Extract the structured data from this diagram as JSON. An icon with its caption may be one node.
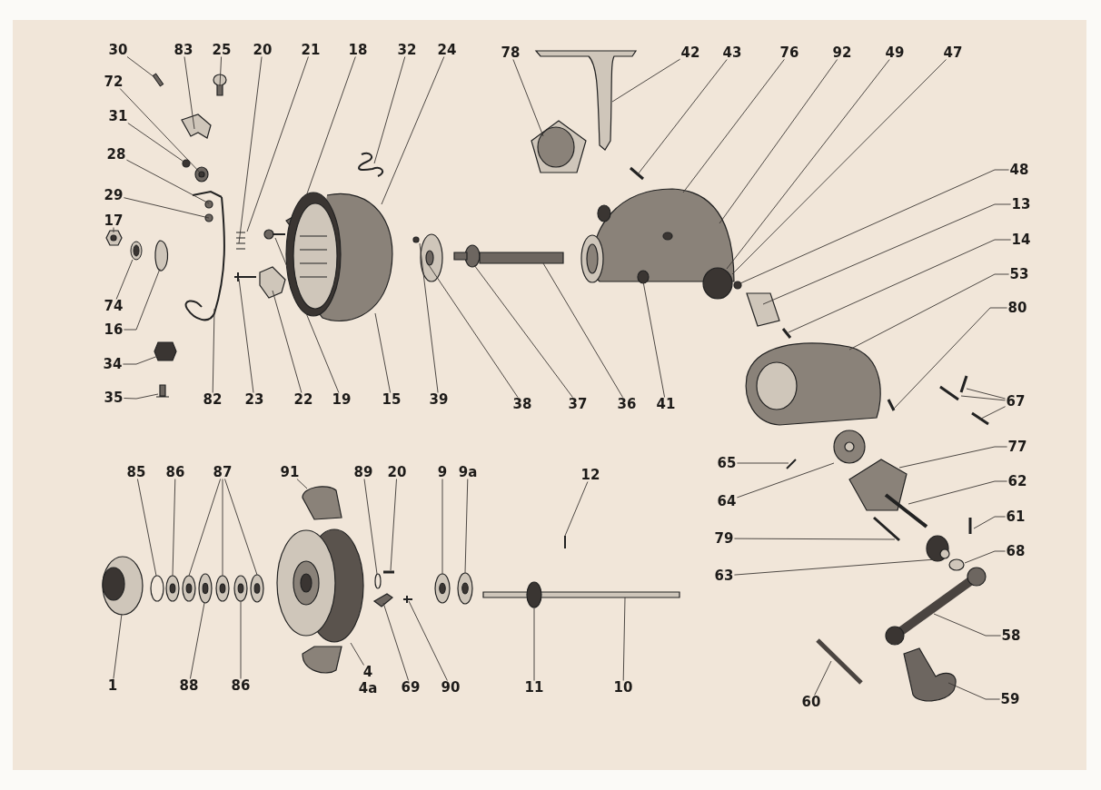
{
  "diagram": {
    "nodes": [
      {
        "text": [
          "30"
        ]
      },
      {
        "text": [
          "83"
        ]
      },
      {
        "text": [
          "25"
        ]
      },
      {
        "text": [
          "20"
        ]
      },
      {
        "text": [
          "21"
        ]
      },
      {
        "text": [
          "18"
        ]
      },
      {
        "text": [
          "32"
        ]
      },
      {
        "text": [
          "24"
        ]
      },
      {
        "text": [
          "72"
        ]
      },
      {
        "text": [
          "31"
        ]
      },
      {
        "text": [
          "28"
        ]
      },
      {
        "text": [
          "29"
        ]
      },
      {
        "text": [
          "17"
        ]
      },
      {
        "text": [
          "74"
        ]
      },
      {
        "text": [
          "16"
        ]
      },
      {
        "text": [
          "34"
        ]
      },
      {
        "text": [
          "35"
        ]
      },
      {
        "text": [
          "82"
        ]
      },
      {
        "text": [
          "23"
        ]
      },
      {
        "text": [
          "22"
        ]
      },
      {
        "text": [
          "19"
        ]
      },
      {
        "text": [
          "15"
        ]
      },
      {
        "text": [
          "39"
        ]
      },
      {
        "text": [
          "38"
        ]
      },
      {
        "text": [
          "37"
        ]
      },
      {
        "text": [
          "36"
        ]
      },
      {
        "text": [
          "41"
        ]
      },
      {
        "text": [
          "78"
        ]
      },
      {
        "text": [
          "42"
        ]
      },
      {
        "text": [
          "43"
        ]
      },
      {
        "text": [
          "76"
        ]
      },
      {
        "text": [
          "92"
        ]
      },
      {
        "text": [
          "49"
        ]
      },
      {
        "text": [
          "47"
        ]
      },
      {
        "text": [
          "48"
        ]
      },
      {
        "text": [
          "13"
        ]
      },
      {
        "text": [
          "14"
        ]
      },
      {
        "text": [
          "53"
        ]
      },
      {
        "text": [
          "80"
        ]
      },
      {
        "text": [
          "67"
        ]
      },
      {
        "text": [
          "65"
        ]
      },
      {
        "text": [
          "64"
        ]
      },
      {
        "text": [
          "77"
        ]
      },
      {
        "text": [
          "62"
        ]
      },
      {
        "text": [
          "79"
        ]
      },
      {
        "text": [
          "61"
        ]
      },
      {
        "text": [
          "63"
        ]
      },
      {
        "text": [
          "68"
        ]
      },
      {
        "text": [
          "58"
        ]
      },
      {
        "text": [
          "60"
        ]
      },
      {
        "text": [
          "59"
        ]
      },
      {
        "text": [
          "85"
        ]
      },
      {
        "text": [
          "86"
        ]
      },
      {
        "text": [
          "87"
        ]
      },
      {
        "text": [
          "91"
        ]
      },
      {
        "text": [
          "89"
        ]
      },
      {
        "text": [
          "20"
        ]
      },
      {
        "text": [
          "9"
        ]
      },
      {
        "text": [
          "9a"
        ]
      },
      {
        "text": [
          "12"
        ]
      },
      {
        "text": [
          "1"
        ]
      },
      {
        "text": [
          "88"
        ]
      },
      {
        "text": [
          "86"
        ]
      },
      {
        "text": [
          "4"
        ]
      },
      {
        "text": [
          "69"
        ]
      },
      {
        "text": [
          "90"
        ]
      },
      {
        "text": [
          "11"
        ]
      },
      {
        "text": [
          "10"
        ]
      },
      {
        "text": [],
        "shape": "bar"
      },
      {
        "text": [],
        "shape": "circle"
      }
    ],
    "edges": [
      {
        "from": 0,
        "to": 68,
        "arrow": "none"
      },
      {
        "from": 1,
        "to": null,
        "arrow": "none"
      },
      {
        "from": 2,
        "to": null,
        "arrow": "none"
      },
      {
        "from": 3,
        "to": null,
        "arrow": "none"
      },
      {
        "from": 4,
        "to": null,
        "arrow": "none"
      },
      {
        "from": 5,
        "to": null,
        "arrow": "none"
      },
      {
        "from": 6,
        "to": null,
        "arrow": "none"
      },
      {
        "from": 7,
        "to": null,
        "arrow": "none"
      },
      {
        "from": 8,
        "to": null,
        "arrow": "none"
      },
      {
        "from": 9,
        "to": null,
        "arrow": "none"
      },
      {
        "from": 10,
        "to": null,
        "arrow": "none"
      },
      {
        "from": 11,
        "to": null,
        "arrow": "none"
      },
      {
        "from": 12,
        "to": null,
        "arrow": "none"
      },
      {
        "from": 13,
        "to": 69,
        "arrow": "none"
      },
      {
        "from": 14,
        "to": null,
        "arrow": "none"
      },
      {
        "from": 15,
        "to": null,
        "arrow": "none"
      },
      {
        "from": 16,
        "to": null,
        "arrow": "none"
      },
      {
        "from": 17,
        "to": null,
        "arrow": "none"
      },
      {
        "from": 18,
        "to": null,
        "arrow": "none"
      },
      {
        "from": 19,
        "to": null,
        "arrow": "none"
      },
      {
        "from": 20,
        "to": null,
        "arrow": "none"
      },
      {
        "from": 21,
        "to": null,
        "arrow": "none"
      },
      {
        "from": 22,
        "to": null,
        "arrow": "none"
      },
      {
        "from": 23,
        "to": null,
        "arrow": "none"
      },
      {
        "from": 24,
        "to": null,
        "arrow": "none"
      },
      {
        "from": 25,
        "to": null,
        "arrow": "none"
      },
      {
        "from": 26,
        "to": null,
        "arrow": "none"
      },
      {
        "from": 27,
        "to": null,
        "arrow": "none"
      },
      {
        "from": 28,
        "to": null,
        "arrow": "none"
      },
      {
        "from": 29,
        "to": null,
        "arrow": "none"
      },
      {
        "from": 30,
        "to": null,
        "arrow": "none"
      },
      {
        "from": 31,
        "to": null,
        "arrow": "none"
      },
      {
        "from": 32,
        "to": null,
        "arrow": "none"
      },
      {
        "from": 33,
        "to": null,
        "arrow": "none"
      },
      {
        "from": 34,
        "to": null,
        "arrow": "none"
      },
      {
        "from": 35,
        "to": null,
        "arrow": "none"
      },
      {
        "from": 36,
        "to": null,
        "arrow": "none"
      },
      {
        "from": 37,
        "to": null,
        "arrow": "none"
      },
      {
        "from": 38,
        "to": null,
        "arrow": "none"
      },
      {
        "from": 39,
        "to": null,
        "arrow": "none"
      },
      {
        "from": 39,
        "to": null,
        "arrow": "none"
      },
      {
        "from": 39,
        "to": null,
        "arrow": "none"
      },
      {
        "from": 40,
        "to": null,
        "arrow": "none"
      },
      {
        "from": 41,
        "to": null,
        "arrow": "none"
      },
      {
        "from": 42,
        "to": null,
        "arrow": "none"
      },
      {
        "from": 43,
        "to": null,
        "arrow": "none"
      },
      {
        "from": 44,
        "to": null,
        "arrow": "none"
      },
      {
        "from": 45,
        "to": null,
        "arrow": "none"
      },
      {
        "from": 46,
        "to": null,
        "arrow": "none"
      },
      {
        "from": 47,
        "to": null,
        "arrow": "none"
      },
      {
        "from": 48,
        "to": null,
        "arrow": "none"
      },
      {
        "from": 49,
        "to": null,
        "arrow": "none"
      },
      {
        "from": 50,
        "to": null,
        "arrow": "none"
      },
      {
        "from": 51,
        "to": null,
        "arrow": "none"
      },
      {
        "from": 52,
        "to": null,
        "arrow": "none"
      },
      {
        "from": 53,
        "to": null,
        "arrow": "none"
      },
      {
        "from": 53,
        "to": null,
        "arrow": "none"
      },
      {
        "from": 53,
        "to": null,
        "arrow": "none"
      },
      {
        "from": 54,
        "to": null,
        "arrow": "none"
      },
      {
        "from": 55,
        "to": null,
        "arrow": "none"
      },
      {
        "from": 56,
        "to": null,
        "arrow": "none"
      },
      {
        "from": 57,
        "to": null,
        "arrow": "none"
      },
      {
        "from": 58,
        "to": null,
        "arrow": "none"
      },
      {
        "from": 59,
        "to": null,
        "arrow": "none"
      },
      {
        "from": 60,
        "to": null,
        "arrow": "none"
      },
      {
        "from": 61,
        "to": null,
        "arrow": "none"
      },
      {
        "from": 62,
        "to": null,
        "arrow": "none"
      },
      {
        "from": 63,
        "to": null,
        "arrow": "none"
      },
      {
        "from": 64,
        "to": null,
        "arrow": "none"
      },
      {
        "from": 65,
        "to": null,
        "arrow": "none"
      },
      {
        "from": 66,
        "to": null,
        "arrow": "none"
      },
      {
        "from": 67,
        "to": null,
        "arrow": "none"
      }
    ],
    "labels": [
      "4a"
    ]
  }
}
